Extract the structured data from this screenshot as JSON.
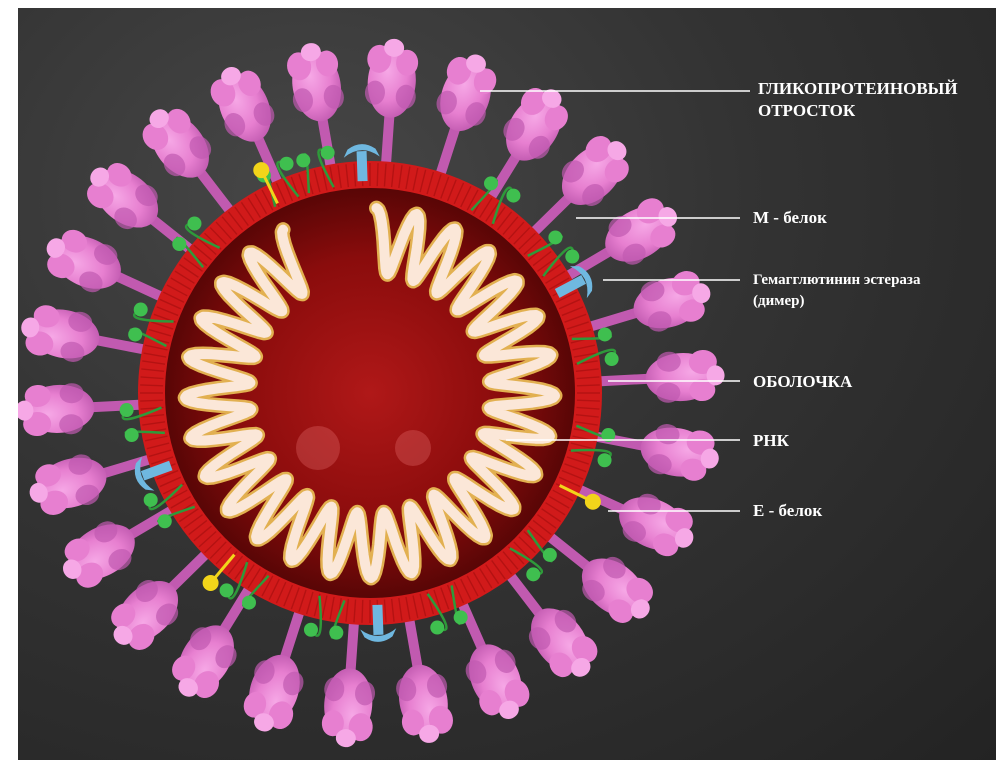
{
  "labels": {
    "spike": {
      "line1": "ГЛИКОПРОТЕИНОВЫЙ",
      "line2": "ОТРОСТОК"
    },
    "m_protein": "М - белок",
    "he": {
      "line1": "Гемагглютинин эстераза",
      "line2": "(димер)"
    },
    "envelope": "ОБОЛОЧКА",
    "rna": "РНК",
    "e_protein": "Е - белок"
  },
  "colors": {
    "background": "#2e2e2e",
    "spike": "#e77fd0",
    "spike_dark": "#c15ab0",
    "membrane": "#d11a1a",
    "membrane_dark": "#9e0c0c",
    "interior": "#8a0c0c",
    "m_protein": "#3fbf4f",
    "m_protein_loop": "#2e9a3a",
    "he_dimer": "#6fb8e0",
    "e_protein": "#f2d51a",
    "rna": "#fbe7d8",
    "rna_edge": "#e2b050",
    "leader_line": "#ffffff"
  },
  "icons": [
    "spike-glycoprotein-icon",
    "m-protein-icon",
    "he-dimer-icon",
    "e-protein-icon",
    "rna-coil-icon"
  ]
}
